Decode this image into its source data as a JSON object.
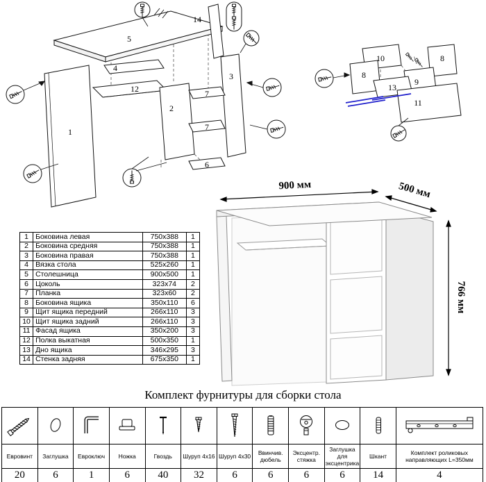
{
  "diagram": {
    "desk_labels": {
      "p1": "1",
      "p2": "2",
      "p3": "3",
      "p4": "4",
      "p5": "5",
      "p6": "6",
      "p7a": "7",
      "p7b": "7",
      "p12": "12",
      "p14": "14"
    },
    "drawer_labels": {
      "p8a": "8",
      "p8b": "8",
      "p9": "9",
      "p10": "10",
      "p11": "11",
      "p13": "13"
    }
  },
  "dimensions": {
    "width": "900 мм",
    "depth": "500 мм",
    "height": "766 мм"
  },
  "parts_table": {
    "rows": [
      {
        "n": "1",
        "name": "Боковина левая",
        "size": "750x388",
        "q": "1"
      },
      {
        "n": "2",
        "name": "Боковина средняя",
        "size": "750x388",
        "q": "1"
      },
      {
        "n": "3",
        "name": "Боковина правая",
        "size": "750x388",
        "q": "1"
      },
      {
        "n": "4",
        "name": "Вязка стола",
        "size": "525x260",
        "q": "1"
      },
      {
        "n": "5",
        "name": "Столешница",
        "size": "900x500",
        "q": "1"
      },
      {
        "n": "6",
        "name": "Цоколь",
        "size": "323x74",
        "q": "2"
      },
      {
        "n": "7",
        "name": "Планка",
        "size": "323x60",
        "q": "2"
      },
      {
        "n": "8",
        "name": "Боковина ящика",
        "size": "350x110",
        "q": "6"
      },
      {
        "n": "9",
        "name": "Щит ящика передний",
        "size": "266x110",
        "q": "3"
      },
      {
        "n": "10",
        "name": "Щит ящика задний",
        "size": "266x110",
        "q": "3"
      },
      {
        "n": "11",
        "name": "Фасад ящика",
        "size": "350x200",
        "q": "3"
      },
      {
        "n": "12",
        "name": "Полка выкатная",
        "size": "500x350",
        "q": "1"
      },
      {
        "n": "13",
        "name": "Дно ящика",
        "size": "346x295",
        "q": "3"
      },
      {
        "n": "14",
        "name": "Стенка задняя",
        "size": "675x350",
        "q": "1"
      }
    ]
  },
  "hardware": {
    "title": "Комплект фурнитуры для сборки стола",
    "items": [
      {
        "name": "Евровинт",
        "qty": "20",
        "icon": "euro-screw"
      },
      {
        "name": "Заглушка",
        "qty": "6",
        "icon": "cap"
      },
      {
        "name": "Евроключ",
        "qty": "1",
        "icon": "hex-key"
      },
      {
        "name": "Ножка",
        "qty": "6",
        "icon": "foot"
      },
      {
        "name": "Гвоздь",
        "qty": "40",
        "icon": "nail"
      },
      {
        "name": "Шуруп 4х16",
        "qty": "32",
        "icon": "screw"
      },
      {
        "name": "Шуруп 4х30",
        "qty": "6",
        "icon": "screw-long"
      },
      {
        "name": "Ввинчив. дюбель",
        "qty": "6",
        "icon": "dowel-screw"
      },
      {
        "name": "Эксцентр. стяжка",
        "qty": "6",
        "icon": "cam-lock"
      },
      {
        "name": "Заглушка для эксцентрика",
        "qty": "6",
        "icon": "cam-cap"
      },
      {
        "name": "Шкант",
        "qty": "14",
        "icon": "wood-dowel"
      },
      {
        "name": "Комплект роликовых направляющих L=350мм",
        "qty": "4",
        "icon": "drawer-slide"
      }
    ]
  },
  "colors": {
    "slide_accent_blue": "#2020cc",
    "line_black": "#000000"
  }
}
